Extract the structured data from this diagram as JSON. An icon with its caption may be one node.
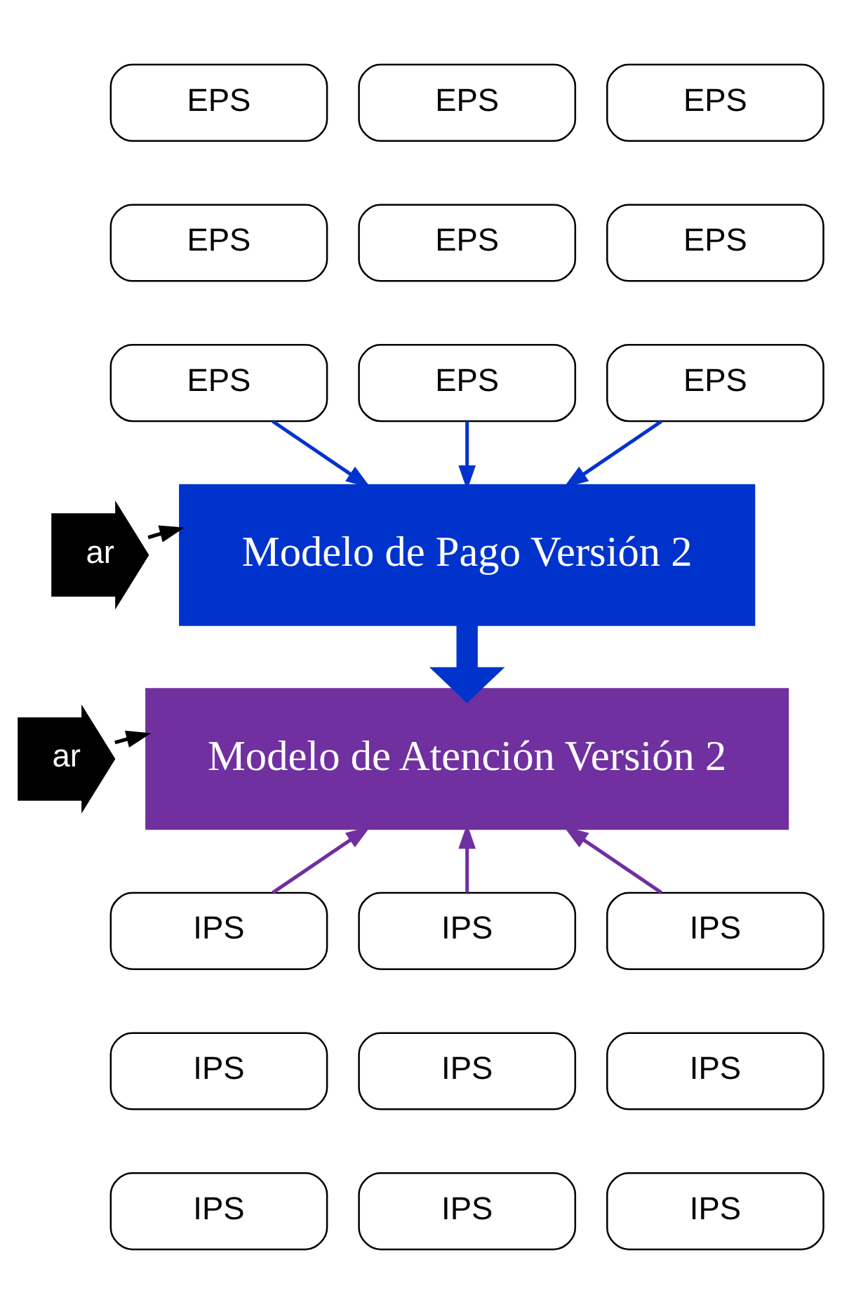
{
  "diagram": {
    "nodes": [
      {
        "text": [
          "EPS"
        ]
      },
      {
        "text": [
          "EPS"
        ]
      },
      {
        "text": [
          "EPS"
        ]
      },
      {
        "text": [
          "EPS"
        ]
      },
      {
        "text": [
          "EPS"
        ]
      },
      {
        "text": [
          "EPS"
        ]
      },
      {
        "text": [
          "EPS"
        ]
      },
      {
        "text": [
          "EPS"
        ]
      },
      {
        "text": [
          "EPS"
        ]
      },
      {
        "text": [
          "ar"
        ]
      },
      {
        "text": [
          "Modelo de Pago Versión 2"
        ]
      },
      {
        "text": [
          "ar"
        ]
      },
      {
        "text": [
          "Modelo de Atención Versión 2"
        ]
      },
      {
        "text": [
          "IPS"
        ]
      },
      {
        "text": [
          "IPS"
        ]
      },
      {
        "text": [
          "IPS"
        ]
      },
      {
        "text": [
          "IPS"
        ]
      },
      {
        "text": [
          "IPS"
        ]
      },
      {
        "text": [
          "IPS"
        ]
      },
      {
        "text": [
          "IPS"
        ]
      },
      {
        "text": [
          "IPS"
        ]
      },
      {
        "text": [
          "IPS"
        ]
      }
    ],
    "edges": [
      {
        "from": 6,
        "to": 10,
        "arrow": "to",
        "color": "#0033cc"
      },
      {
        "from": 7,
        "to": 10,
        "arrow": "to",
        "color": "#0033cc"
      },
      {
        "from": 8,
        "to": 10,
        "arrow": "to",
        "color": "#0033cc"
      },
      {
        "from": 9,
        "to": 10,
        "arrow": "to",
        "color": "#000000"
      },
      {
        "from": 10,
        "to": 12,
        "arrow": "to",
        "style": "thick",
        "color": "#0033cc"
      },
      {
        "from": 11,
        "to": 12,
        "arrow": "to",
        "color": "#000000"
      },
      {
        "from": 13,
        "to": 12,
        "arrow": "to",
        "color": "#7030a0"
      },
      {
        "from": 14,
        "to": 12,
        "arrow": "to",
        "color": "#7030a0"
      },
      {
        "from": 15,
        "to": 12,
        "arrow": "to",
        "color": "#7030a0"
      }
    ]
  }
}
